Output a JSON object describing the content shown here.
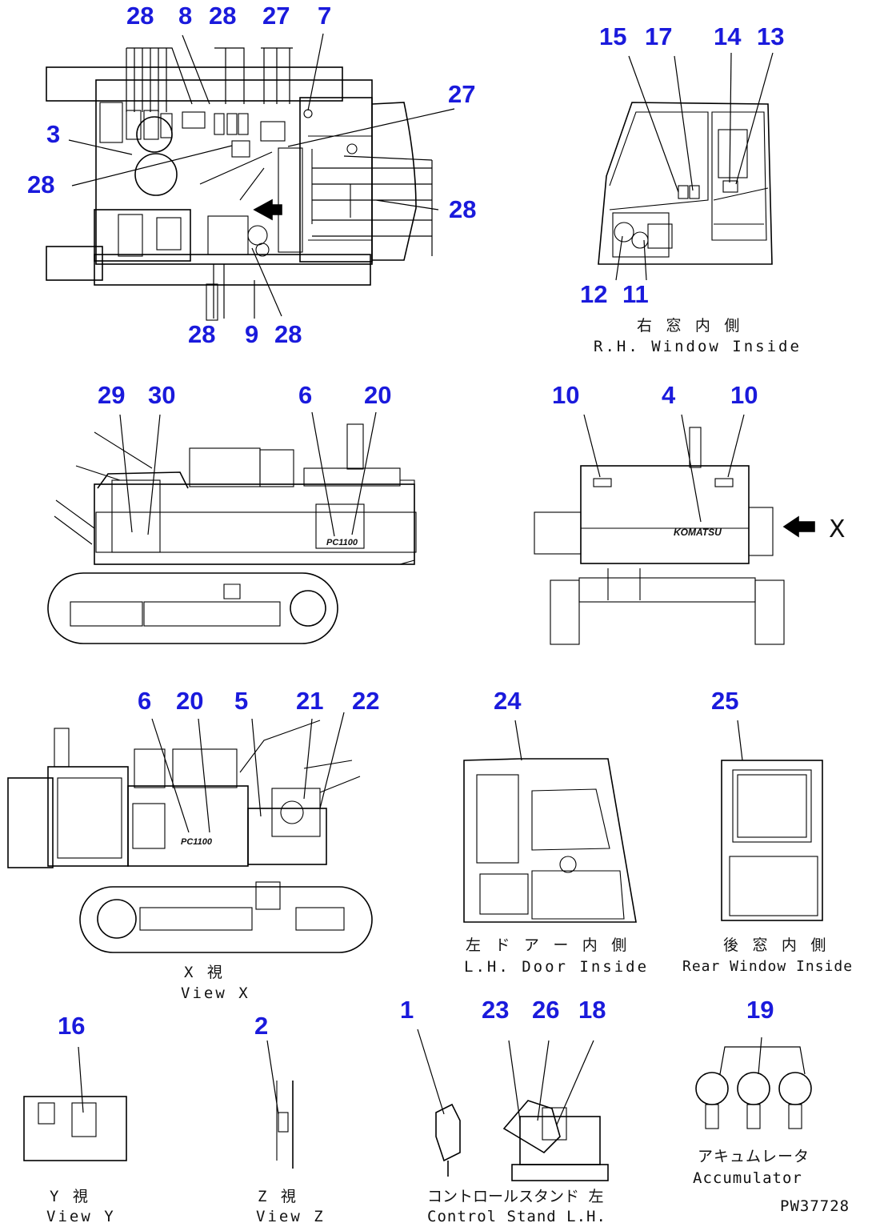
{
  "callouts": {
    "c28a": "28",
    "c8": "8",
    "c28b": "28",
    "c27a": "27",
    "c7": "7",
    "c3": "3",
    "c28c": "28",
    "c27b": "27",
    "c28d": "28",
    "c28e": "28",
    "c9": "9",
    "c28f": "28",
    "c15": "15",
    "c17": "17",
    "c14": "14",
    "c13": "13",
    "c12": "12",
    "c11": "11",
    "c29": "29",
    "c30": "30",
    "c6a": "6",
    "c20a": "20",
    "c10a": "10",
    "c4": "4",
    "c10b": "10",
    "c6b": "6",
    "c20b": "20",
    "c5": "5",
    "c21": "21",
    "c22": "22",
    "c24": "24",
    "c25": "25",
    "c16": "16",
    "c2": "2",
    "c1": "1",
    "c23": "23",
    "c26": "26",
    "c18": "18",
    "c19": "19"
  },
  "captions": {
    "rh_window_jp": "右 窓 内 側",
    "rh_window_en": "R.H. Window Inside",
    "view_x_jp": "X 視",
    "view_x_en": "View X",
    "lh_door_jp": "左 ド ア ー 内 側",
    "lh_door_en": "L.H. Door Inside",
    "rear_window_jp": "後 窓 内 側",
    "rear_window_en": "Rear Window Inside",
    "view_y_jp": "Y 視",
    "view_y_en": "View Y",
    "view_z_jp": "Z 視",
    "view_z_en": "View Z",
    "control_stand_jp": "コントロールスタンド 左",
    "control_stand_en": "Control Stand L.H.",
    "accumulator_jp": "アキュムレータ",
    "accumulator_en": "Accumulator"
  },
  "labels": {
    "arrow_x": "X",
    "brand": "KOMATSU",
    "model": "PC1100"
  },
  "drawing_code": "PW37728",
  "colors": {
    "callout": "#1a1adc",
    "line": "#000000"
  }
}
